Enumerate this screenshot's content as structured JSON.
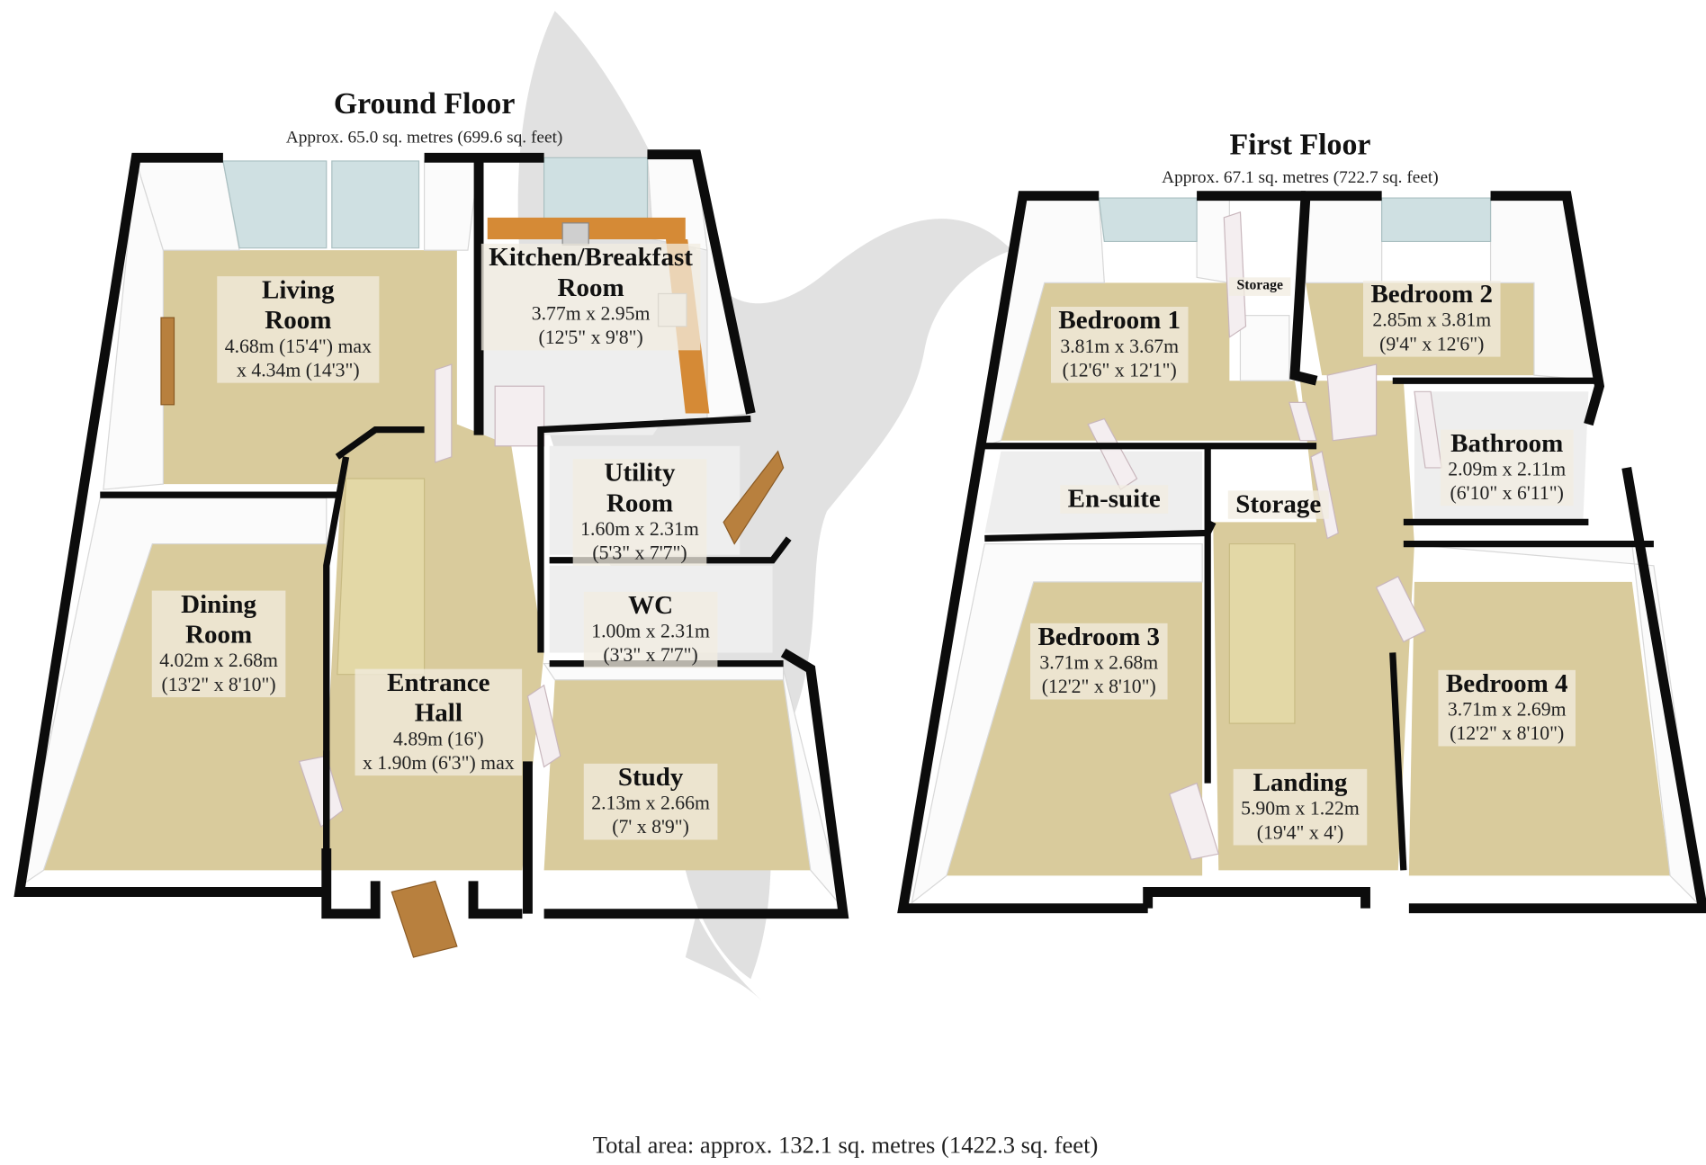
{
  "ground_floor": {
    "title": "Ground Floor",
    "area": "Approx. 65.0 sq. metres (699.6 sq. feet)",
    "rooms": [
      {
        "name_lines": [
          "Living",
          "Room"
        ],
        "dims": [
          "4.68m (15'4\") max",
          "x 4.34m (14'3\")"
        ]
      },
      {
        "name_lines": [
          "Kitchen/Breakfast",
          "Room"
        ],
        "dims": [
          "3.77m x 2.95m",
          "(12'5\" x 9'8\")"
        ]
      },
      {
        "name_lines": [
          "Utility",
          "Room"
        ],
        "dims": [
          "1.60m x 2.31m",
          "(5'3\" x 7'7\")"
        ]
      },
      {
        "name_lines": [
          "WC"
        ],
        "dims": [
          "1.00m x 2.31m",
          "(3'3\" x 7'7\")"
        ]
      },
      {
        "name_lines": [
          "Dining",
          "Room"
        ],
        "dims": [
          "4.02m x 2.68m",
          "(13'2\" x 8'10\")"
        ]
      },
      {
        "name_lines": [
          "Entrance",
          "Hall"
        ],
        "dims": [
          "4.89m (16')",
          "x 1.90m (6'3\") max"
        ]
      },
      {
        "name_lines": [
          "Study"
        ],
        "dims": [
          "2.13m x 2.66m",
          "(7' x 8'9\")"
        ]
      }
    ]
  },
  "first_floor": {
    "title": "First Floor",
    "area": "Approx. 67.1 sq. metres (722.7 sq. feet)",
    "rooms": [
      {
        "name_lines": [
          "Bedroom 1"
        ],
        "dims": [
          "3.81m x 3.67m",
          "(12'6\" x 12'1\")"
        ]
      },
      {
        "name_lines": [
          "Storage"
        ],
        "dims": []
      },
      {
        "name_lines": [
          "Bedroom 2"
        ],
        "dims": [
          "2.85m x 3.81m",
          "(9'4\" x 12'6\")"
        ]
      },
      {
        "name_lines": [
          "Bathroom"
        ],
        "dims": [
          "2.09m x 2.11m",
          "(6'10\" x 6'11\")"
        ]
      },
      {
        "name_lines": [
          "En-suite"
        ],
        "dims": []
      },
      {
        "name_lines": [
          "Storage"
        ],
        "dims": []
      },
      {
        "name_lines": [
          "Bedroom 3"
        ],
        "dims": [
          "3.71m x 2.68m",
          "(12'2\" x 8'10\")"
        ]
      },
      {
        "name_lines": [
          "Bedroom 4"
        ],
        "dims": [
          "3.71m x 2.69m",
          "(12'2\" x 8'10\")"
        ]
      },
      {
        "name_lines": [
          "Landing"
        ],
        "dims": [
          "5.90m x 1.22m",
          "(19'4\" x 4')"
        ]
      }
    ]
  },
  "total_area": "Total area: approx. 132.1 sq. metres (1422.3 sq. feet)",
  "watermark": {
    "icon": "phoenix-logo",
    "color": "#c8c8c8"
  },
  "colors": {
    "carpet": "#d9cb9c",
    "wall": "#0c0c0c",
    "glass": "#cfe0e2",
    "worktop": "#d58a36"
  }
}
